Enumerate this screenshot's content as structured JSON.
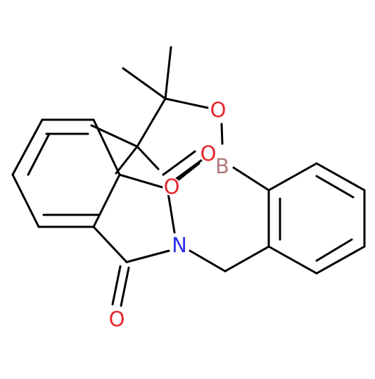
{
  "molecule": {
    "atoms": [
      {
        "element": "O",
        "label": "O",
        "color": "#e8262c"
      },
      {
        "element": "O",
        "label": "O",
        "color": "#e8262c"
      },
      {
        "element": "O",
        "label": "O",
        "color": "#e8262c"
      },
      {
        "element": "O",
        "label": "O",
        "color": "#e8262c"
      },
      {
        "element": "B",
        "label": "B",
        "color": "#b07c7c"
      },
      {
        "element": "N",
        "label": "N",
        "color": "#2d2dea"
      }
    ],
    "bond_color": "#000000",
    "background": "#ffffff"
  }
}
